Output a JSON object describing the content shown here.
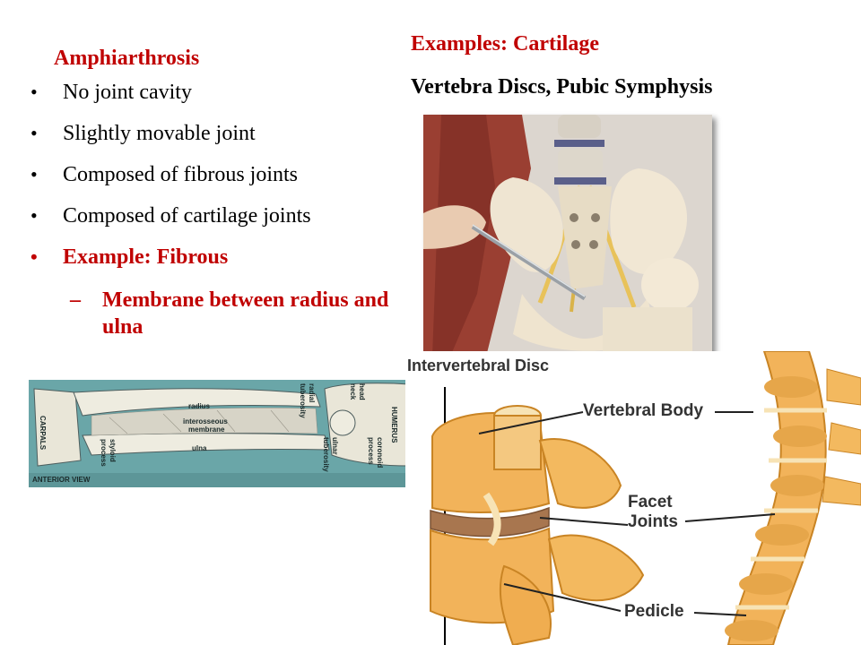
{
  "left_title": "Amphiarthrosis",
  "right_title": "Examples:  Cartilage",
  "right_subtitle": "Vertebra Discs, Pubic Symphysis",
  "bullets": [
    "No joint cavity",
    "Slightly movable joint",
    "Composed of fibrous joints",
    "Composed of cartilage joints",
    "Example:  Fibrous"
  ],
  "sub_bullet": "Membrane between radius and ulna",
  "forearm_diagram": {
    "labels": {
      "radius": "radius",
      "interosseous": "interosseous",
      "membrane": "membrane",
      "ulna": "ulna",
      "carpals": "CARPALS",
      "humerus": "HUMERUS",
      "styloid": "styloid",
      "process1": "process",
      "radial": "radial",
      "tuberosity1": "tuberosity",
      "ulnar": "ulnar",
      "tuberosity2": "tuberosity",
      "head": "head",
      "neck": "neck",
      "coronoid": "coronoid",
      "process2": "process",
      "anterior_view": "ANTERIOR VIEW"
    }
  },
  "spine_illustration": {
    "labels": {
      "intervertebral_disc": "Intervertebral Disc",
      "vertebral_body": "Vertebral Body",
      "facet": "Facet",
      "joints": "Joints",
      "pedicle": "Pedicle"
    }
  },
  "colors": {
    "heading_red": "#c00000",
    "bone": "#f2b35a",
    "bone_shadow": "#c98424",
    "diagram_bg": "#6aa6a8"
  }
}
